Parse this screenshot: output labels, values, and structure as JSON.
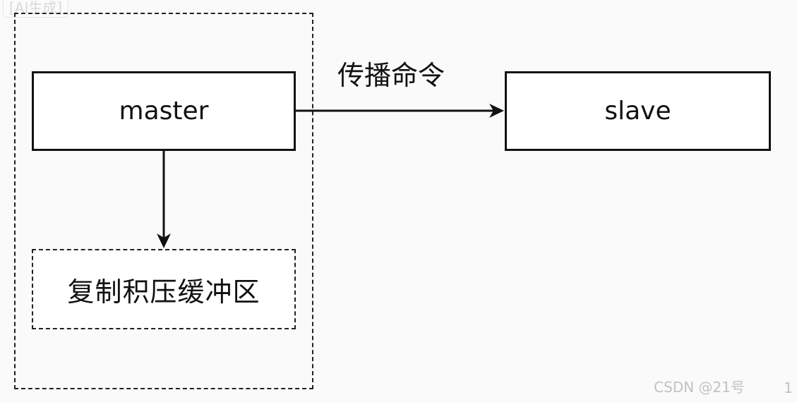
{
  "corner_badge": "[AI生成]",
  "nodes": {
    "master": "master",
    "slave": "slave",
    "buffer": "复制积压缓冲区"
  },
  "edges": {
    "propagate_label": "传播命令"
  },
  "watermark": "CSDN @21号",
  "page_number": "1",
  "colors": {
    "stroke": "#111111",
    "background": "#fafafa",
    "watermark": "#c2c2c2"
  }
}
